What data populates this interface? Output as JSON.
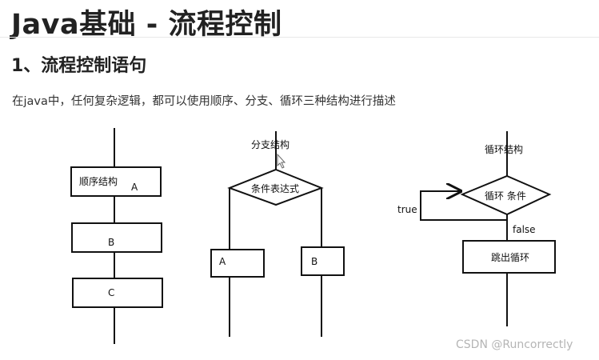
{
  "header": {
    "title": "Java基础 - 流程控制",
    "section_heading": "1、流程控制语句",
    "intro": "在java中，任何复杂逻辑，都可以使用顺序、分支、循环三种结构进行描述"
  },
  "diagrams": {
    "sequence": {
      "box1_label": "顺序结构",
      "box1_tag": "A",
      "box2_label": "B",
      "box3_label": "C"
    },
    "branch": {
      "title": "分支结构",
      "condition": "条件表达式",
      "left_box": "A",
      "right_box": "B"
    },
    "loop": {
      "title": "循环结构",
      "condition": "循环  条件",
      "true_label": "true",
      "false_label": "false",
      "exit_box": "跳出循环"
    }
  },
  "watermark": "CSDN @Runcorrectly",
  "colors": {
    "text": "#111111",
    "watermark": "#b5b5b5"
  }
}
